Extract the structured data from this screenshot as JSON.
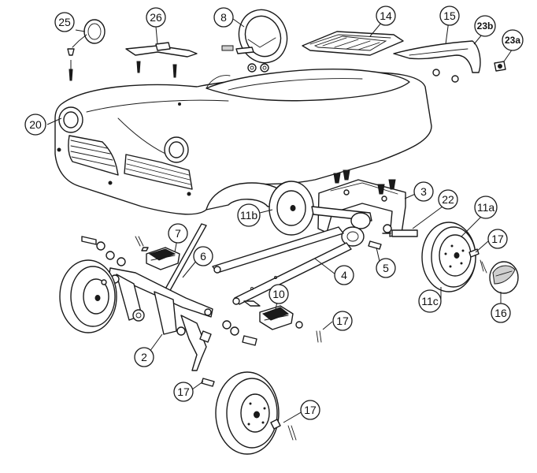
{
  "callouts": [
    {
      "id": "c25",
      "label": "25"
    },
    {
      "id": "c26",
      "label": "26"
    },
    {
      "id": "c8",
      "label": "8"
    },
    {
      "id": "c14",
      "label": "14"
    },
    {
      "id": "c15",
      "label": "15"
    },
    {
      "id": "c23b",
      "label": "23b"
    },
    {
      "id": "c23a",
      "label": "23a"
    },
    {
      "id": "c20",
      "label": "20"
    },
    {
      "id": "c3",
      "label": "3"
    },
    {
      "id": "c22",
      "label": "22"
    },
    {
      "id": "c11b",
      "label": "11b"
    },
    {
      "id": "c11a",
      "label": "11a"
    },
    {
      "id": "c7",
      "label": "7"
    },
    {
      "id": "c6",
      "label": "6"
    },
    {
      "id": "c17a",
      "label": "17"
    },
    {
      "id": "c5",
      "label": "5"
    },
    {
      "id": "c4",
      "label": "4"
    },
    {
      "id": "c11c",
      "label": "11c"
    },
    {
      "id": "c10",
      "label": "10"
    },
    {
      "id": "c16",
      "label": "16"
    },
    {
      "id": "c17b",
      "label": "17"
    },
    {
      "id": "c2",
      "label": "2"
    },
    {
      "id": "c17c",
      "label": "17"
    },
    {
      "id": "c17d",
      "label": "17"
    }
  ]
}
